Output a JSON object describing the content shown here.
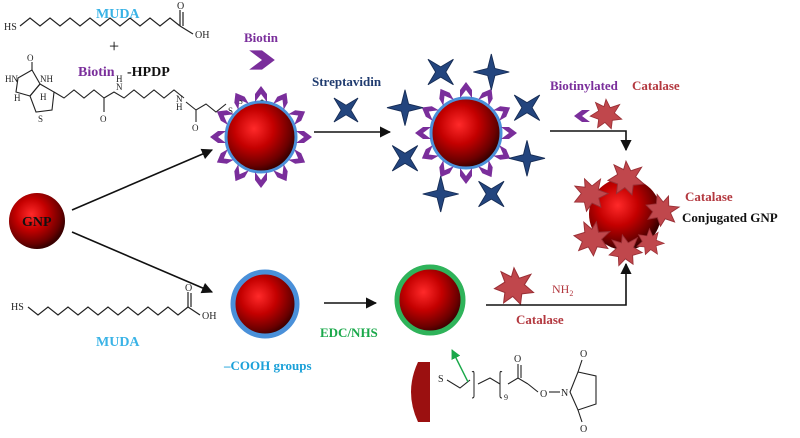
{
  "labels": {
    "muda_top": "MUDA",
    "plus": "+",
    "biotin_word": "Biotin",
    "hpdp_word": "-HPDP",
    "biotin_arrow_label": "Biotin",
    "streptavidin": "Streptavidin",
    "biotinylated": "Biotinylated",
    "catalase_word": "Catalase",
    "gnp": "GNP",
    "final_catalase": "Catalase",
    "conjugated_gnp": "Conjugated GNP",
    "muda_bottom": "MUDA",
    "cooh_groups": "–COOH groups",
    "edc_nhs": "EDC/NHS",
    "nh2_N": "NH",
    "nh2_sub": "2",
    "catalase_bottom": "Catalase"
  },
  "chem": {
    "sh_top": "HS",
    "oh_top": "OH",
    "o_top": "O",
    "hn": "HN",
    "nh_ring": "NH",
    "o_biotin": "O",
    "h_a": "H",
    "h_b": "H",
    "s_biotin": "S",
    "n_mid": "N",
    "h_mid": "H",
    "n_amide": "N",
    "h_amide": "H",
    "o_amide": "O",
    "o_mid": "O",
    "s1": "S",
    "s2": "S",
    "n_pyr": "N",
    "sh_bottom": "HS",
    "oh_bottom": "OH",
    "o_bottom": "O",
    "s_nhs": "S",
    "sub9": "9",
    "o_ester": "O",
    "o_carbonyl": "O",
    "n_nhs": "N",
    "o_nhs1": "O",
    "o_nhs2": "O"
  },
  "colors": {
    "muda": "#3ab3e6",
    "biotin": "#7a2e9b",
    "streptavidin": "#1f3b6f",
    "catalase": "#b3383f",
    "green": "#1aa84a",
    "gold_core": "#8b0000",
    "shell_blue": "#4a90d9",
    "shell_green": "#2fb35a"
  }
}
